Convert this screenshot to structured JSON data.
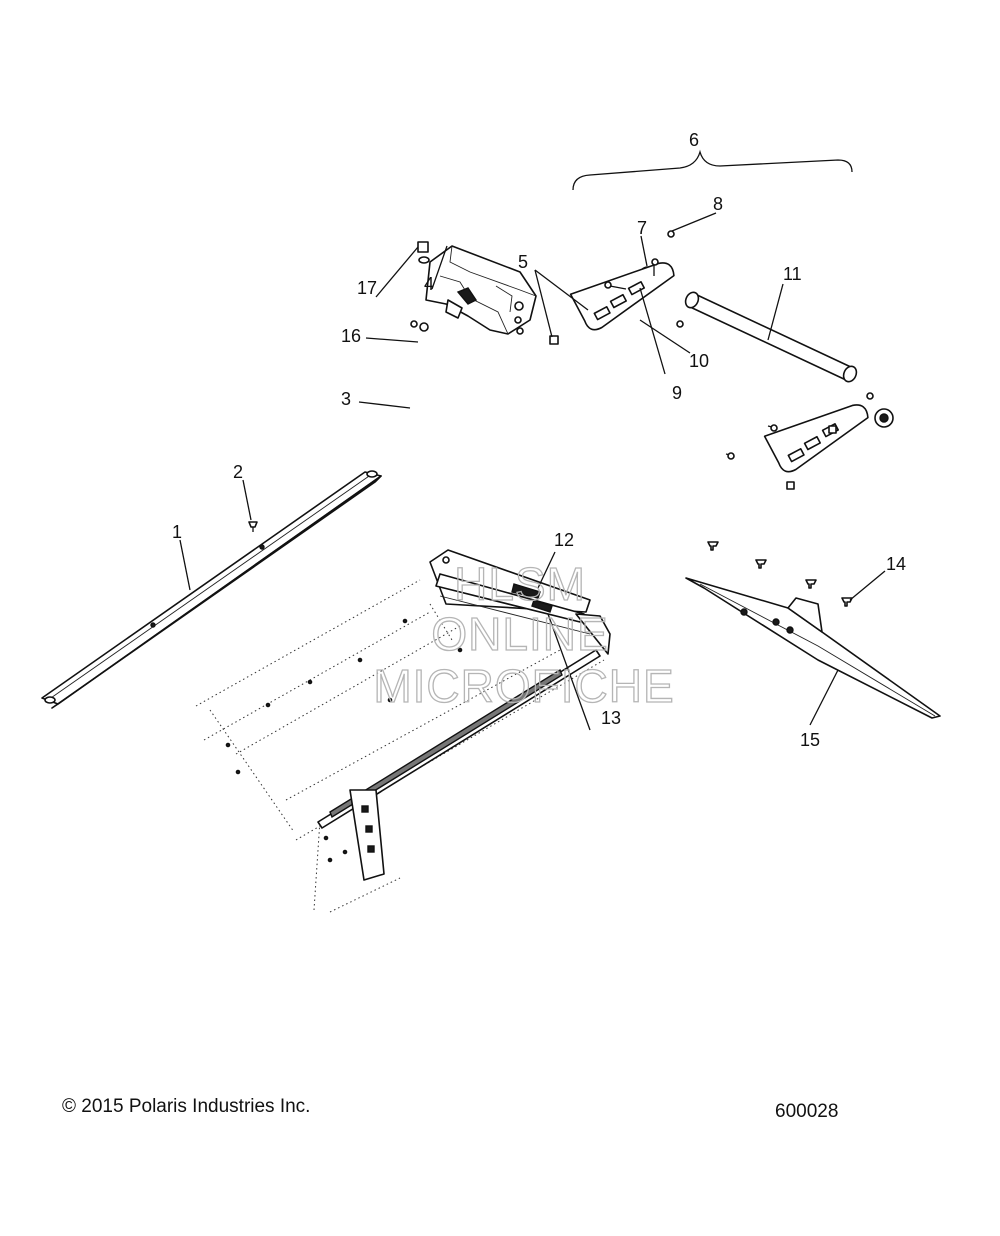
{
  "diagram": {
    "callouts": {
      "c1": "1",
      "c2": "2",
      "c3": "3",
      "c4": "4",
      "c5": "5",
      "c6": "6",
      "c7": "7",
      "c8": "8",
      "c9": "9",
      "c10": "10",
      "c11": "11",
      "c12": "12",
      "c13": "13",
      "c14": "14",
      "c15": "15",
      "c16": "16",
      "c17": "17"
    },
    "watermark": {
      "line1": "HLSM",
      "line2": "ONLINE",
      "line3": "MICROFICHE"
    }
  },
  "footer": {
    "copyright": "© 2015 Polaris Industries Inc.",
    "figure_id": "600028"
  }
}
